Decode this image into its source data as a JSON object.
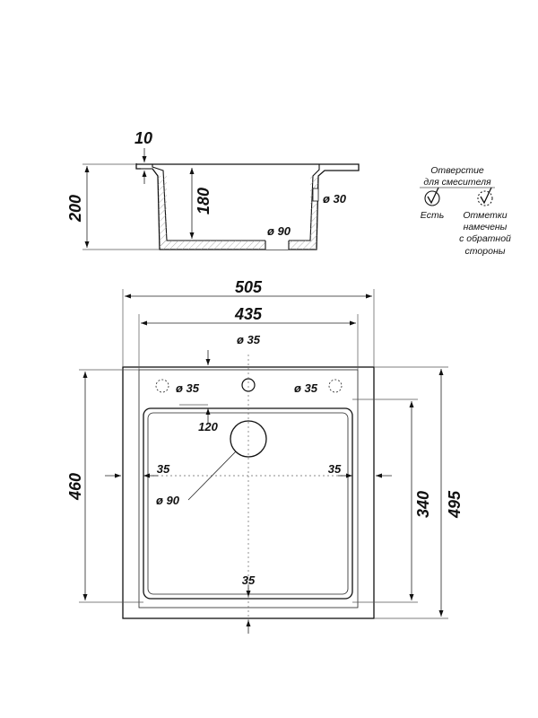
{
  "side_view": {
    "dim_10": "10",
    "dim_200": "200",
    "dim_180": "180",
    "dim_d30": "ø 30",
    "dim_d90": "ø 90"
  },
  "legend": {
    "title_line1": "Отверстие",
    "title_line2": "для смесителя",
    "option_yes": "Есть",
    "option_marked_line1": "Отметки",
    "option_marked_line2": "намечены",
    "option_marked_line3": "с обратной",
    "option_marked_line4": "стороны"
  },
  "top_view": {
    "dim_505": "505",
    "dim_435": "435",
    "dim_d35_top": "ø 35",
    "dim_d35_left": "ø 35",
    "dim_d35_right": "ø 35",
    "dim_120": "120",
    "dim_35_left": "35",
    "dim_35_right": "35",
    "dim_d90": "ø 90",
    "dim_35_bottom": "35",
    "dim_460": "460",
    "dim_340": "340",
    "dim_495": "495"
  }
}
